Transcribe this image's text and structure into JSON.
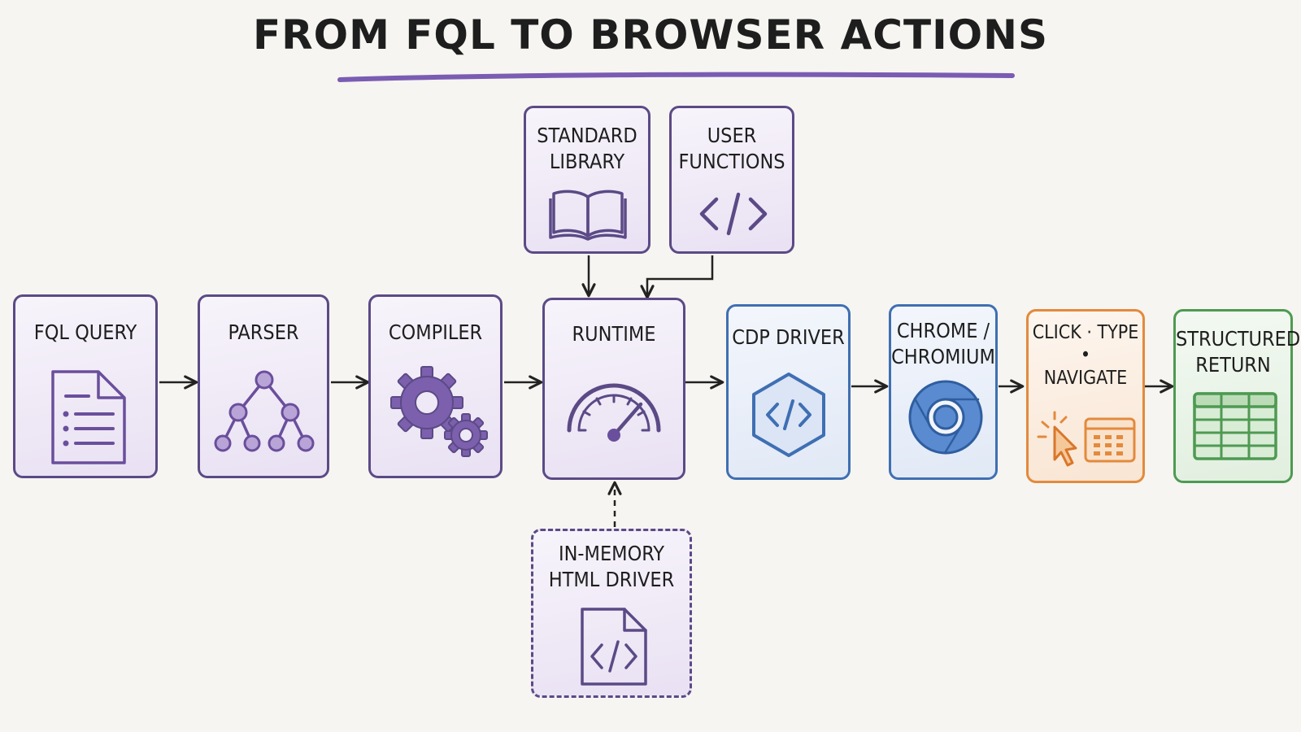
{
  "title": "FROM FQL TO BROWSER ACTIONS",
  "colors": {
    "purple": "#5b4a86",
    "purple_icon": "#6a4f9c",
    "title_underline": "#7b5cb3",
    "blue": "#3f6fb3",
    "orange": "#e38a3c",
    "green": "#4e9a52",
    "arrow": "#222222"
  },
  "nodes": [
    {
      "id": "fql-query",
      "label": "FQL QUERY",
      "icon": "document-list-icon",
      "color": "purple"
    },
    {
      "id": "parser",
      "label": "PARSER",
      "icon": "tree-icon",
      "color": "purple"
    },
    {
      "id": "compiler",
      "label": "COMPILER",
      "icon": "gears-icon",
      "color": "purple"
    },
    {
      "id": "runtime",
      "label": "RUNTIME",
      "icon": "gauge-icon",
      "color": "purple"
    },
    {
      "id": "standard-library",
      "label": "STANDARD\nLIBRARY",
      "icon": "book-icon",
      "color": "purple"
    },
    {
      "id": "user-functions",
      "label": "USER\nFUNCTIONS",
      "icon": "code-icon",
      "color": "purple"
    },
    {
      "id": "in-memory-html-driver",
      "label": "IN-MEMORY\nHTML DRIVER",
      "icon": "code-file-icon",
      "color": "purple",
      "style": "dashed"
    },
    {
      "id": "cdp-driver",
      "label": "CDP DRIVER",
      "icon": "hexagon-code-icon",
      "color": "blue"
    },
    {
      "id": "chrome-chromium",
      "label": "CHROME /\nCHROMIUM",
      "icon": "chrome-icon",
      "color": "blue"
    },
    {
      "id": "click-type-navigate",
      "label": "CLICK · TYPE\n•\nNAVIGATE",
      "icon": "cursor-click-icon",
      "color": "orange"
    },
    {
      "id": "structured-return",
      "label": "STRUCTURED\nRETURN",
      "icon": "table-icon",
      "color": "green"
    }
  ],
  "edges": [
    {
      "from": "fql-query",
      "to": "parser"
    },
    {
      "from": "parser",
      "to": "compiler"
    },
    {
      "from": "compiler",
      "to": "runtime"
    },
    {
      "from": "standard-library",
      "to": "runtime"
    },
    {
      "from": "user-functions",
      "to": "runtime"
    },
    {
      "from": "in-memory-html-driver",
      "to": "runtime",
      "style": "dashed"
    },
    {
      "from": "runtime",
      "to": "cdp-driver"
    },
    {
      "from": "cdp-driver",
      "to": "chrome-chromium"
    },
    {
      "from": "chrome-chromium",
      "to": "click-type-navigate"
    },
    {
      "from": "click-type-navigate",
      "to": "structured-return"
    }
  ]
}
